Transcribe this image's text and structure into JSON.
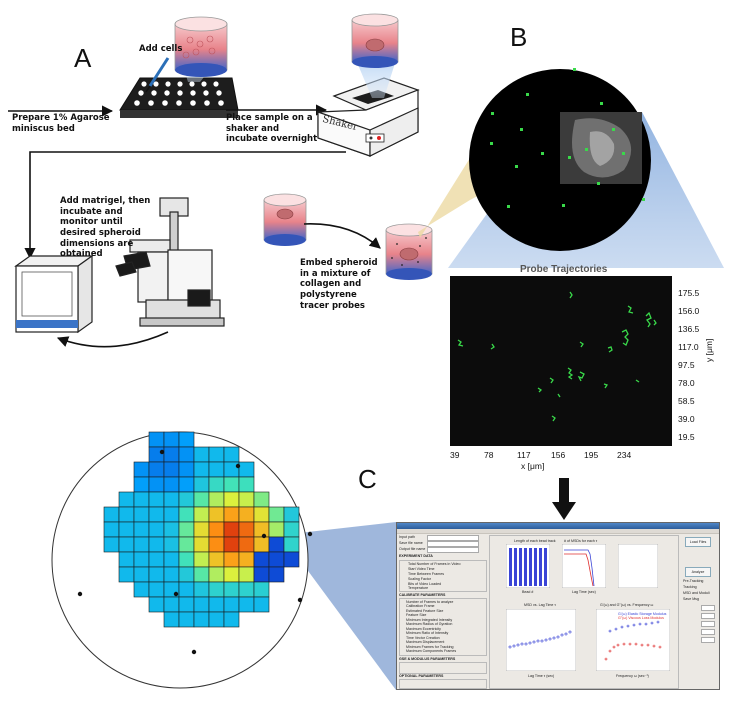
{
  "panels": {
    "a": "A",
    "b": "B",
    "c": "C"
  },
  "workflow": {
    "prepare_bed": "Prepare 1% Agarose miniscus bed",
    "add_cells": "Add cells",
    "shaker_step": "Place sample on a shaker and incubate overnight",
    "shaker_label": "Shaker",
    "matrigel_step": "Add matrigel, then incubate and monitor until desired spheroid dimensions are obtained",
    "embed_step": "Embed spheroid in a mixture of collagen and polystyrene tracer probes"
  },
  "trajectory_plot": {
    "title": "Probe Trajectories",
    "x_label": "x [μm]",
    "y_label": "y [μm]",
    "x_ticks": [
      "39",
      "78",
      "117",
      "156",
      "195",
      "234"
    ],
    "y_ticks": [
      "175.5",
      "156.0",
      "136.5",
      "117.0",
      "97.5",
      "78.0",
      "58.5",
      "39.0",
      "19.5"
    ]
  },
  "software": {
    "window_title": "",
    "left_fields": [
      "Input path",
      "Save file name",
      "Output file name",
      "EXPERIMENT DATA"
    ],
    "experiment_rows": [
      "Total Number of Frames in Video",
      "Start Video Time",
      "Time Between Frames",
      "Scaling Factor",
      "Bits of Video Loaded",
      "Temperature"
    ],
    "param_rows": [
      "Number of Frames to analyze",
      "Calibration Frame",
      "Estimated Feature Size",
      "Feature Size",
      "Minimum Integrated Intensity",
      "Maximum Radius of Gyration",
      "Maximum Eccentricity",
      "Minimum Ratio of Intensity",
      "Time Vector Creation",
      "Maximum Displacement",
      "Minimum Frames for Tracking",
      "Maximum Components Frames"
    ],
    "section_labels": [
      "CALIBRATE PARAMETERS",
      "GSE & MODULUS PARAMETERS",
      "OPTIONAL PARAMETERS"
    ],
    "plot_titles": [
      "Length of each bead track",
      "# of MSDs for each τ",
      "MSD vs. Lag Time τ",
      "G'(ω) and G\"(ω) vs. Frequency ω"
    ],
    "x_labels": [
      "Bead #",
      "Lag Time (sec)",
      "Lag Time τ (sec)",
      "Frequency ω (sec⁻¹)"
    ],
    "legend": [
      "G'(ω) Elastic Storage Modulus",
      "G\"(ω) Viscous Loss Modulus"
    ],
    "right_buttons": [
      "Load Files",
      "Analyze",
      "Pre-Tracking",
      "Tracking",
      "MSD and Moduli",
      "Save Msg"
    ]
  },
  "colors": {
    "bead_green": "#39d94a",
    "matrigel_red": "#e8838a",
    "agarose_blue": "#4666c8",
    "heat_low": "#1133cc",
    "heat_high": "#cc0a0a",
    "msd_blue": "#3a44d6",
    "modulus_red": "#e03030"
  }
}
